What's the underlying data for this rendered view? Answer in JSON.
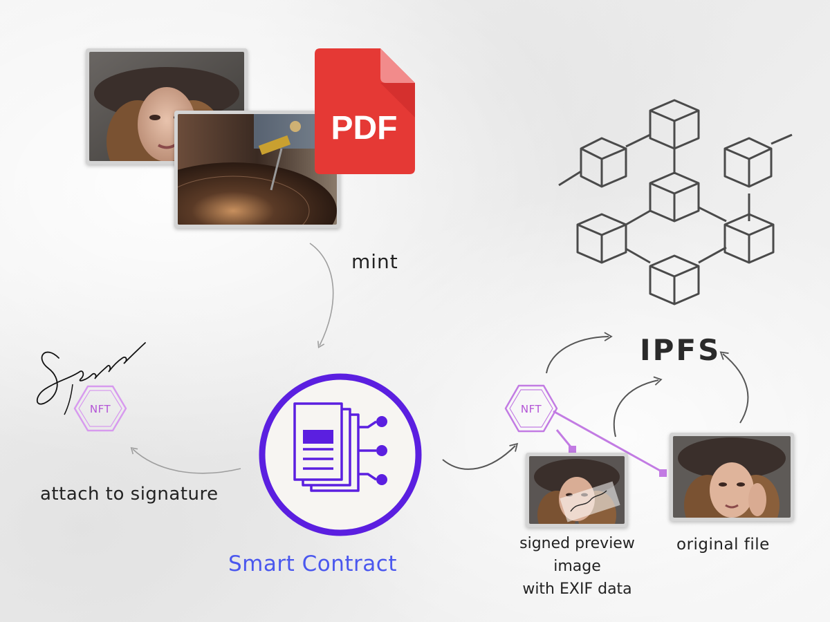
{
  "labels": {
    "mint": "mint",
    "attach": "attach to signature",
    "ipfs": "IPFS",
    "smart_contract": "Smart Contract",
    "signed_preview_line1": "signed preview",
    "signed_preview_line2": "image",
    "signed_preview_line3": "with EXIF data",
    "original_file": "original file"
  },
  "file_icon": {
    "text": "PDF",
    "color": "#e53935"
  },
  "nft_badge": {
    "text": "NFT",
    "color": "#b354d6"
  },
  "signature": {
    "text": "Signature"
  },
  "colors": {
    "accent": "#4a57ee",
    "contract_ring": "#5b1fe0",
    "link_line": "#c27be3",
    "arrow": "#9e9e9e"
  },
  "icons": [
    "photo-icon",
    "vinyl-photo-icon",
    "pdf-file-icon",
    "blockchain-cubes-icon",
    "smart-contract-icon",
    "nft-badge-icon",
    "signature-icon"
  ]
}
